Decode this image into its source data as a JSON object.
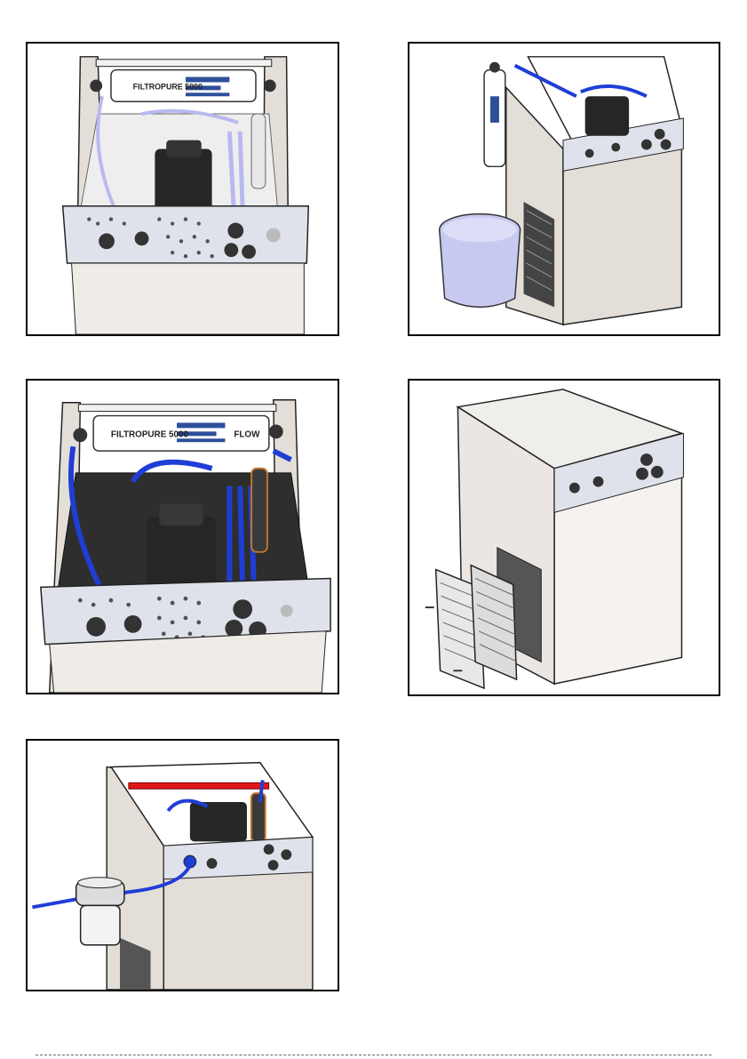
{
  "figures": [
    {
      "id": "fig-1",
      "label_text": "FILTROPURE 5000"
    },
    {
      "id": "fig-2",
      "label_text": ""
    },
    {
      "id": "fig-3",
      "label_text": "FILTROPURE 5000",
      "brand_text": "FLOW"
    },
    {
      "id": "fig-4",
      "label_text": ""
    },
    {
      "id": "fig-5",
      "label_text": ""
    }
  ],
  "colors": {
    "cabinet": "#e4ded8",
    "cabinet_dark": "#c9c0b8",
    "panel_metal": "#dfe2ea",
    "tube_blue": "#1f3ed6",
    "tube_light": "#b9b9f0",
    "pump": "#262626",
    "tray": "#2e2e2e",
    "highlight_red": "#e01818",
    "bucket": "#c7c9f0"
  }
}
